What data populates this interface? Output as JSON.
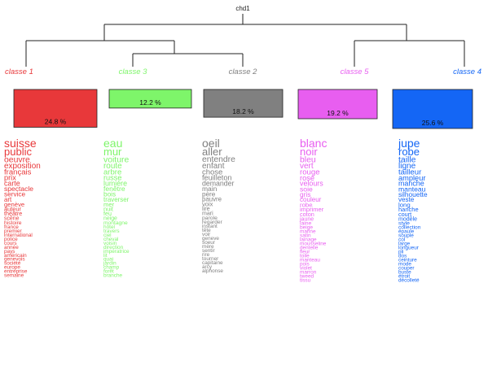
{
  "chart_data": {
    "type": "dendrogram",
    "title": "chd1",
    "classes": [
      {
        "label": "classe  1",
        "percent": 24.8,
        "percent_label": "24.8 %",
        "color": "#e8383a",
        "words": [
          "suisse",
          "public",
          "oeuvre",
          "exposition",
          "français",
          "prix",
          "carte",
          "spectacle",
          "service",
          "art",
          "genève",
          "auteur",
          "théâtre",
          "scène",
          "histoire",
          "france",
          "premier",
          "international",
          "police",
          "cours",
          "année",
          "pays",
          "américain",
          "genevois",
          "société",
          "europe",
          "entreprise",
          "semaine"
        ]
      },
      {
        "label": "classe  3",
        "percent": 12.2,
        "percent_label": "12.2 %",
        "color": "#7ef56a",
        "words": [
          "eau",
          "mur",
          "voiture",
          "route",
          "arbre",
          "russe",
          "lumière",
          "fenêtre",
          "bois",
          "traverser",
          "mer",
          "nuit",
          "feu",
          "neige",
          "montagne",
          "hôtel",
          "travers",
          "ciel",
          "cheval",
          "voisin",
          "direction",
          "impératrice",
          "lit",
          "quai",
          "jardin",
          "champ",
          "forêt",
          "branche"
        ]
      },
      {
        "label": "classe  2",
        "percent": 18.2,
        "percent_label": "18.2 %",
        "color": "#808080",
        "words": [
          "oeil",
          "aller",
          "entendre",
          "enfant",
          "chose",
          "feuilleton",
          "demander",
          "main",
          "père",
          "pauvre",
          "voix",
          "lire",
          "mari",
          "parole",
          "regarder",
          "instant",
          "tête",
          "voir",
          "geneve",
          "soeur",
          "mère",
          "sentir",
          "rire",
          "tourner",
          "capitaine",
          "arcy",
          "alphonse"
        ]
      },
      {
        "label": "classe  5",
        "percent": 19.2,
        "percent_label": "19.2 %",
        "color": "#e85ef0",
        "words": [
          "blanc",
          "noir",
          "bleu",
          "vert",
          "rouge",
          "rosé",
          "velours",
          "soie",
          "gris",
          "couleur",
          "robe",
          "imprimer",
          "coton",
          "jaune",
          "laine",
          "beige",
          "marine",
          "satin",
          "lainage",
          "mousseline",
          "dentelle",
          "fleur",
          "toile",
          "manteau",
          "pois",
          "violet",
          "marron",
          "tweed",
          "tissu"
        ]
      },
      {
        "label": "classe  4",
        "percent": 25.6,
        "percent_label": "25.6 %",
        "color": "#1466f5",
        "words": [
          "jupe",
          "robe",
          "taille",
          "ligne",
          "tailleur",
          "ampleur",
          "manche",
          "manteau",
          "silhouette",
          "veste",
          "long",
          "hanche",
          "court",
          "modèle",
          "style",
          "collection",
          "épaule",
          "souple",
          "col",
          "large",
          "longueur",
          "pli",
          "dos",
          "ceinture",
          "mode",
          "couper",
          "buste",
          "étroit",
          "décolleté"
        ]
      }
    ]
  }
}
